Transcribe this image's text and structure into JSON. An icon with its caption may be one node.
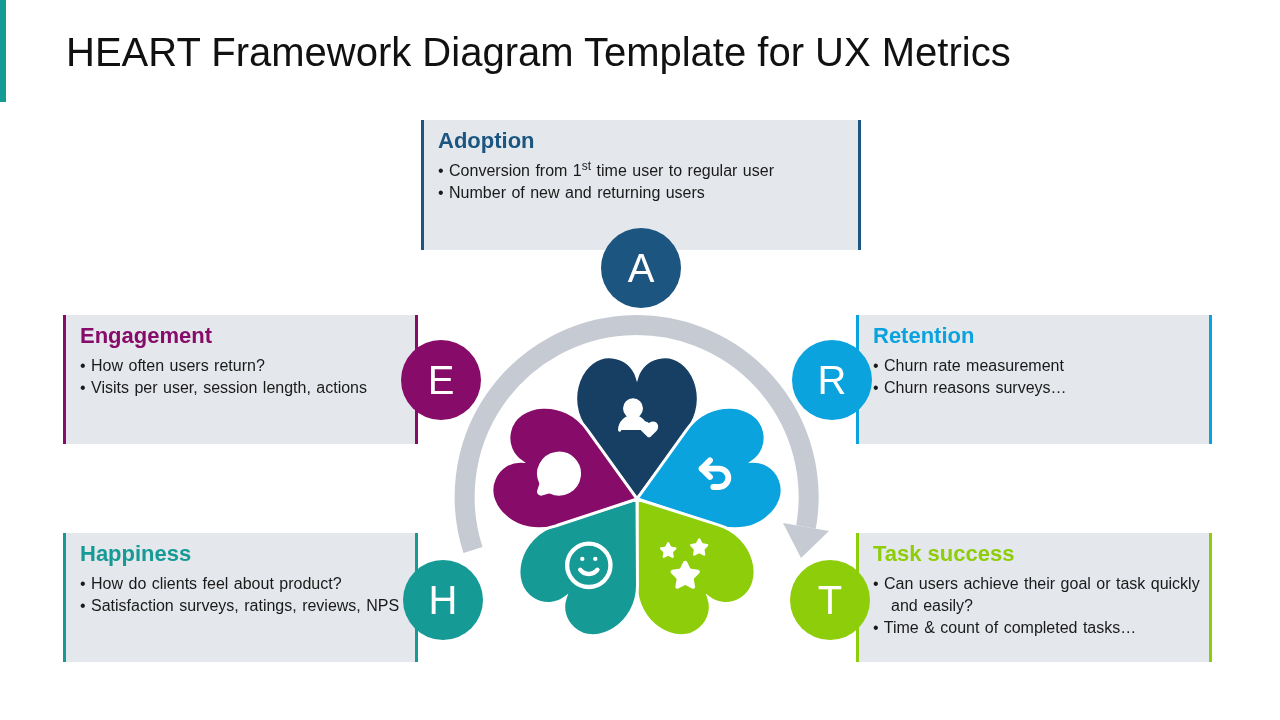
{
  "diagram": {
    "title": "HEART Framework Diagram Template for UX Metrics",
    "nodes": [
      {
        "text": [
          "Adoption",
          "• Conversion from 1$^{st}$ time user to regular user",
          "• Number of new and returning users"
        ]
      },
      {
        "text": [
          "A"
        ]
      },
      {
        "text": [
          "Engagement",
          "• How often users return?",
          "• Visits per user, session length, actions"
        ]
      },
      {
        "text": [
          "E"
        ]
      },
      {
        "text": [
          "Retention",
          "• Churn rate measurement",
          "• Churn reasons surveys…"
        ]
      },
      {
        "text": [
          "R"
        ]
      },
      {
        "text": [
          "Happiness",
          "• How do clients feel about product?",
          "• Satisfaction surveys, ratings, reviews, NPS"
        ]
      },
      {
        "text": [
          "H"
        ]
      },
      {
        "text": [
          "Task success",
          "• Can users achieve their goal or task quickly and easily?",
          "• Time & count of completed tasks…"
        ]
      },
      {
        "text": [
          "T"
        ]
      }
    ],
    "edges": []
  }
}
